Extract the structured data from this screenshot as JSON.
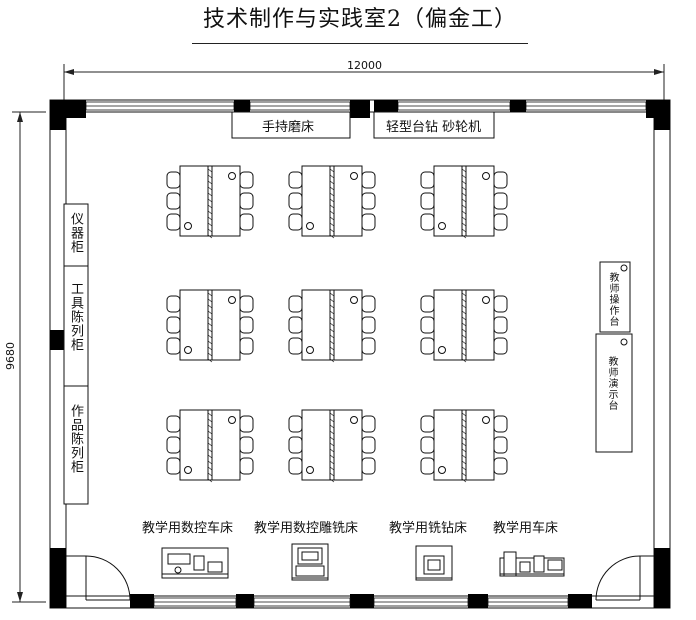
{
  "title": "技术制作与实践室2（偏金工）",
  "dimensions": {
    "width": "12000",
    "height": "9680"
  },
  "top_equipment": {
    "hand_grinder": "手持磨床",
    "drill_grinder": "轻型台钻 砂轮机"
  },
  "cabinets": {
    "instrument": "仪器柜",
    "tool_display": "工具陈列柜",
    "work_display": "作品陈列柜"
  },
  "teacher": {
    "operation_desk": "教师操作台",
    "demo_desk": "教师演示台"
  },
  "machines": {
    "cnc_lathe": "教学用数控车床",
    "cnc_engraver": "教学用数控雕铣床",
    "mill_drill": "教学用铣钻床",
    "lathe": "教学用车床"
  },
  "desk_grid": {
    "rows": 3,
    "cols": 3,
    "seats_per_side": 3
  }
}
